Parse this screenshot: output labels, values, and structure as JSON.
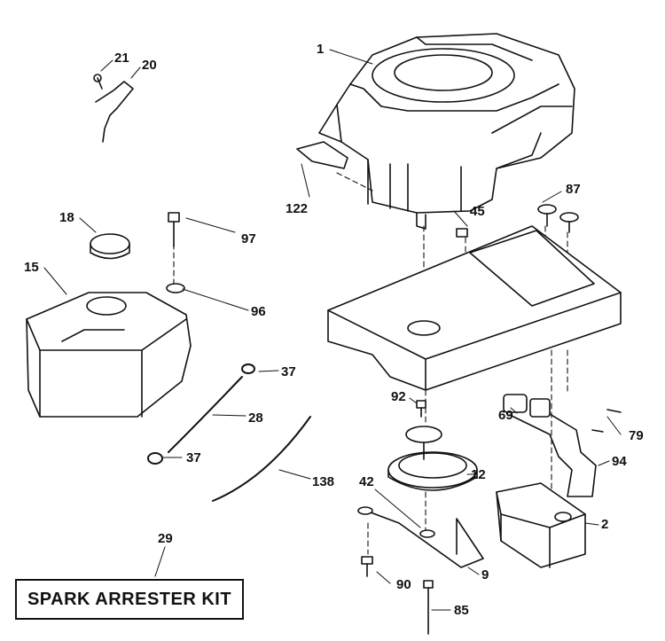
{
  "kit_label": "SPARK ARRESTER KIT",
  "footnote": "",
  "parts": [
    {
      "id": "p1",
      "label": "1"
    },
    {
      "id": "p2",
      "label": "2"
    },
    {
      "id": "p9",
      "label": "9"
    },
    {
      "id": "p12",
      "label": "12"
    },
    {
      "id": "p15",
      "label": "15"
    },
    {
      "id": "p18",
      "label": "18"
    },
    {
      "id": "p20",
      "label": "20"
    },
    {
      "id": "p21",
      "label": "21"
    },
    {
      "id": "p28",
      "label": "28"
    },
    {
      "id": "p29",
      "label": "29"
    },
    {
      "id": "p37a",
      "label": "37"
    },
    {
      "id": "p37b",
      "label": "37"
    },
    {
      "id": "p42",
      "label": "42"
    },
    {
      "id": "p45",
      "label": "45"
    },
    {
      "id": "p69",
      "label": "69"
    },
    {
      "id": "p79",
      "label": "79"
    },
    {
      "id": "p85",
      "label": "85"
    },
    {
      "id": "p87",
      "label": "87"
    },
    {
      "id": "p90",
      "label": "90"
    },
    {
      "id": "p92",
      "label": "92"
    },
    {
      "id": "p94",
      "label": "94"
    },
    {
      "id": "p96",
      "label": "96"
    },
    {
      "id": "p97",
      "label": "97"
    },
    {
      "id": "p122",
      "label": "122"
    },
    {
      "id": "p138",
      "label": "138"
    }
  ]
}
